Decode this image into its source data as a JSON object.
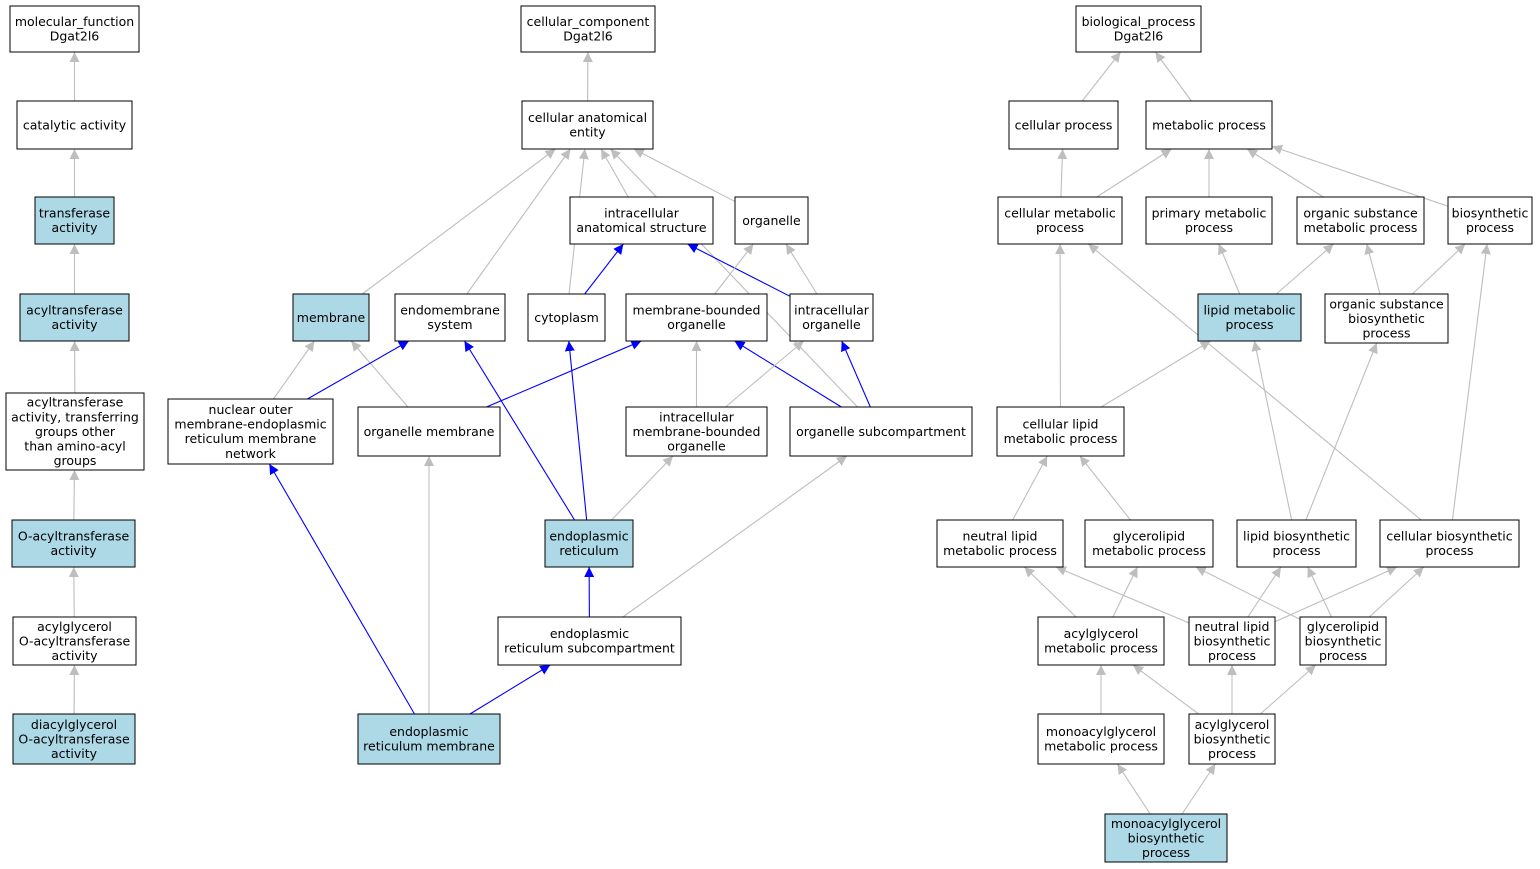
{
  "colors": {
    "highlight_fill": "#add8e6",
    "plain_fill": "#ffffff",
    "edge_gray": "#bebebe",
    "edge_blue": "#0000ff",
    "border": "#000000"
  },
  "nodes": [
    {
      "id": "mf",
      "lines": [
        "molecular_function",
        "Dgat2l6"
      ],
      "highlight": false
    },
    {
      "id": "cat",
      "lines": [
        "catalytic activity"
      ],
      "highlight": false
    },
    {
      "id": "trans",
      "lines": [
        "transferase",
        "activity"
      ],
      "highlight": true
    },
    {
      "id": "acyl",
      "lines": [
        "acyltransferase",
        "activity"
      ],
      "highlight": true
    },
    {
      "id": "acyl2",
      "lines": [
        "acyltransferase",
        "activity, transferring",
        "groups other",
        "than amino-acyl",
        "groups"
      ],
      "highlight": false
    },
    {
      "id": "oacyl",
      "lines": [
        "O-acyltransferase",
        "activity"
      ],
      "highlight": true
    },
    {
      "id": "agoat",
      "lines": [
        "acylglycerol",
        "O-acyltransferase",
        "activity"
      ],
      "highlight": false
    },
    {
      "id": "dgoat",
      "lines": [
        "diacylglycerol",
        "O-acyltransferase",
        "activity"
      ],
      "highlight": true
    },
    {
      "id": "cc",
      "lines": [
        "cellular_component",
        "Dgat2l6"
      ],
      "highlight": false
    },
    {
      "id": "cae",
      "lines": [
        "cellular anatomical",
        "entity"
      ],
      "highlight": false
    },
    {
      "id": "ias",
      "lines": [
        "intracellular",
        "anatomical structure"
      ],
      "highlight": false
    },
    {
      "id": "org",
      "lines": [
        "organelle"
      ],
      "highlight": false
    },
    {
      "id": "mem",
      "lines": [
        "membrane"
      ],
      "highlight": true
    },
    {
      "id": "endo",
      "lines": [
        "endomembrane",
        "system"
      ],
      "highlight": false
    },
    {
      "id": "cyto",
      "lines": [
        "cytoplasm"
      ],
      "highlight": false
    },
    {
      "id": "mbo",
      "lines": [
        "membrane-bounded",
        "organelle"
      ],
      "highlight": false
    },
    {
      "id": "io",
      "lines": [
        "intracellular",
        "organelle"
      ],
      "highlight": false
    },
    {
      "id": "nom",
      "lines": [
        "nuclear outer",
        "membrane-endoplasmic",
        "reticulum membrane",
        "network"
      ],
      "highlight": false
    },
    {
      "id": "om",
      "lines": [
        "organelle membrane"
      ],
      "highlight": false
    },
    {
      "id": "imbo",
      "lines": [
        "intracellular",
        "membrane-bounded",
        "organelle"
      ],
      "highlight": false
    },
    {
      "id": "osub",
      "lines": [
        "organelle subcompartment"
      ],
      "highlight": false
    },
    {
      "id": "er",
      "lines": [
        "endoplasmic",
        "reticulum"
      ],
      "highlight": true
    },
    {
      "id": "ersub",
      "lines": [
        "endoplasmic",
        "reticulum subcompartment"
      ],
      "highlight": false
    },
    {
      "id": "erm",
      "lines": [
        "endoplasmic",
        "reticulum membrane"
      ],
      "highlight": true
    },
    {
      "id": "bp",
      "lines": [
        "biological_process",
        "Dgat2l6"
      ],
      "highlight": false
    },
    {
      "id": "cp",
      "lines": [
        "cellular process"
      ],
      "highlight": false
    },
    {
      "id": "mp",
      "lines": [
        "metabolic process"
      ],
      "highlight": false
    },
    {
      "id": "cmp",
      "lines": [
        "cellular metabolic",
        "process"
      ],
      "highlight": false
    },
    {
      "id": "pmp",
      "lines": [
        "primary metabolic",
        "process"
      ],
      "highlight": false
    },
    {
      "id": "osmp",
      "lines": [
        "organic substance",
        "metabolic process"
      ],
      "highlight": false
    },
    {
      "id": "bsp",
      "lines": [
        "biosynthetic",
        "process"
      ],
      "highlight": false
    },
    {
      "id": "lmp",
      "lines": [
        "lipid metabolic",
        "process"
      ],
      "highlight": true
    },
    {
      "id": "osbp",
      "lines": [
        "organic substance",
        "biosynthetic",
        "process"
      ],
      "highlight": false
    },
    {
      "id": "clmp",
      "lines": [
        "cellular lipid",
        "metabolic process"
      ],
      "highlight": false
    },
    {
      "id": "nlmp",
      "lines": [
        "neutral lipid",
        "metabolic process"
      ],
      "highlight": false
    },
    {
      "id": "glmp",
      "lines": [
        "glycerolipid",
        "metabolic process"
      ],
      "highlight": false
    },
    {
      "id": "lbp",
      "lines": [
        "lipid biosynthetic",
        "process"
      ],
      "highlight": false
    },
    {
      "id": "cbp",
      "lines": [
        "cellular biosynthetic",
        "process"
      ],
      "highlight": false
    },
    {
      "id": "agmp",
      "lines": [
        "acylglycerol",
        "metabolic process"
      ],
      "highlight": false
    },
    {
      "id": "nlbp",
      "lines": [
        "neutral lipid",
        "biosynthetic",
        "process"
      ],
      "highlight": false
    },
    {
      "id": "glbp",
      "lines": [
        "glycerolipid",
        "biosynthetic",
        "process"
      ],
      "highlight": false
    },
    {
      "id": "magmp",
      "lines": [
        "monoacylglycerol",
        "metabolic process"
      ],
      "highlight": false
    },
    {
      "id": "agbp",
      "lines": [
        "acylglycerol",
        "biosynthetic",
        "process"
      ],
      "highlight": false
    },
    {
      "id": "magbp",
      "lines": [
        "monoacylglycerol",
        "biosynthetic",
        "process"
      ],
      "highlight": true
    }
  ],
  "edges": [
    {
      "from": "cat",
      "to": "mf",
      "color": "gray"
    },
    {
      "from": "trans",
      "to": "cat",
      "color": "gray"
    },
    {
      "from": "acyl",
      "to": "trans",
      "color": "gray"
    },
    {
      "from": "acyl2",
      "to": "acyl",
      "color": "gray"
    },
    {
      "from": "oacyl",
      "to": "acyl2",
      "color": "gray"
    },
    {
      "from": "agoat",
      "to": "oacyl",
      "color": "gray"
    },
    {
      "from": "dgoat",
      "to": "agoat",
      "color": "gray"
    },
    {
      "from": "cae",
      "to": "cc",
      "color": "gray"
    },
    {
      "from": "ias",
      "to": "cae",
      "color": "gray"
    },
    {
      "from": "org",
      "to": "cae",
      "color": "gray"
    },
    {
      "from": "mem",
      "to": "cae",
      "color": "gray"
    },
    {
      "from": "endo",
      "to": "cae",
      "color": "gray"
    },
    {
      "from": "cyto",
      "to": "cae",
      "color": "gray"
    },
    {
      "from": "osub",
      "to": "cae",
      "color": "gray"
    },
    {
      "from": "cyto",
      "to": "ias",
      "color": "blue"
    },
    {
      "from": "io",
      "to": "ias",
      "color": "blue"
    },
    {
      "from": "mbo",
      "to": "org",
      "color": "gray"
    },
    {
      "from": "io",
      "to": "org",
      "color": "gray"
    },
    {
      "from": "nom",
      "to": "mem",
      "color": "gray"
    },
    {
      "from": "om",
      "to": "mem",
      "color": "gray"
    },
    {
      "from": "nom",
      "to": "endo",
      "color": "blue"
    },
    {
      "from": "er",
      "to": "endo",
      "color": "blue"
    },
    {
      "from": "er",
      "to": "cyto",
      "color": "blue"
    },
    {
      "from": "om",
      "to": "mbo",
      "color": "blue"
    },
    {
      "from": "imbo",
      "to": "mbo",
      "color": "gray"
    },
    {
      "from": "osub",
      "to": "mbo",
      "color": "blue"
    },
    {
      "from": "imbo",
      "to": "io",
      "color": "gray"
    },
    {
      "from": "osub",
      "to": "io",
      "color": "blue"
    },
    {
      "from": "er",
      "to": "imbo",
      "color": "gray"
    },
    {
      "from": "ersub",
      "to": "osub",
      "color": "gray"
    },
    {
      "from": "ersub",
      "to": "er",
      "color": "blue"
    },
    {
      "from": "erm",
      "to": "nom",
      "color": "blue"
    },
    {
      "from": "erm",
      "to": "om",
      "color": "gray"
    },
    {
      "from": "erm",
      "to": "ersub",
      "color": "blue"
    },
    {
      "from": "cp",
      "to": "bp",
      "color": "gray"
    },
    {
      "from": "mp",
      "to": "bp",
      "color": "gray"
    },
    {
      "from": "cmp",
      "to": "cp",
      "color": "gray"
    },
    {
      "from": "cmp",
      "to": "mp",
      "color": "gray"
    },
    {
      "from": "pmp",
      "to": "mp",
      "color": "gray"
    },
    {
      "from": "osmp",
      "to": "mp",
      "color": "gray"
    },
    {
      "from": "bsp",
      "to": "mp",
      "color": "gray"
    },
    {
      "from": "lmp",
      "to": "pmp",
      "color": "gray"
    },
    {
      "from": "lmp",
      "to": "osmp",
      "color": "gray"
    },
    {
      "from": "osbp",
      "to": "osmp",
      "color": "gray"
    },
    {
      "from": "osbp",
      "to": "bsp",
      "color": "gray"
    },
    {
      "from": "clmp",
      "to": "cmp",
      "color": "gray"
    },
    {
      "from": "clmp",
      "to": "lmp",
      "color": "gray"
    },
    {
      "from": "cbp",
      "to": "cmp",
      "color": "gray"
    },
    {
      "from": "cbp",
      "to": "bsp",
      "color": "gray"
    },
    {
      "from": "nlmp",
      "to": "clmp",
      "color": "gray"
    },
    {
      "from": "glmp",
      "to": "clmp",
      "color": "gray"
    },
    {
      "from": "lbp",
      "to": "lmp",
      "color": "gray"
    },
    {
      "from": "lbp",
      "to": "osbp",
      "color": "gray"
    },
    {
      "from": "agmp",
      "to": "nlmp",
      "color": "gray"
    },
    {
      "from": "agmp",
      "to": "glmp",
      "color": "gray"
    },
    {
      "from": "nlbp",
      "to": "nlmp",
      "color": "gray"
    },
    {
      "from": "nlbp",
      "to": "lbp",
      "color": "gray"
    },
    {
      "from": "nlbp",
      "to": "cbp",
      "color": "gray"
    },
    {
      "from": "glbp",
      "to": "glmp",
      "color": "gray"
    },
    {
      "from": "glbp",
      "to": "lbp",
      "color": "gray"
    },
    {
      "from": "glbp",
      "to": "cbp",
      "color": "gray"
    },
    {
      "from": "magmp",
      "to": "agmp",
      "color": "gray"
    },
    {
      "from": "agbp",
      "to": "agmp",
      "color": "gray"
    },
    {
      "from": "agbp",
      "to": "nlbp",
      "color": "gray"
    },
    {
      "from": "agbp",
      "to": "glbp",
      "color": "gray"
    },
    {
      "from": "magbp",
      "to": "magmp",
      "color": "gray"
    },
    {
      "from": "magbp",
      "to": "agbp",
      "color": "gray"
    }
  ]
}
